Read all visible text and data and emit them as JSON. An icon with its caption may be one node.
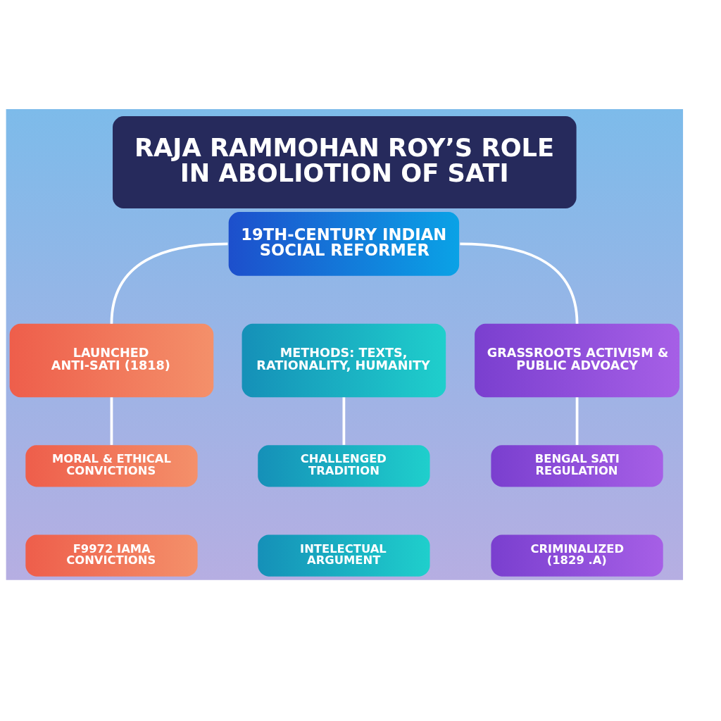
{
  "diagram": {
    "title": "RAJA RAMMOHAN ROY’S ROLE IN ABOLIOTION OF SATI",
    "nodes": [
      {
        "text": [
          "19TH-CENTURY INDIAN SOCIAL REFORMER"
        ]
      },
      {
        "text": [
          "LAUNCHED ANTI-SATI (1818)"
        ]
      },
      {
        "text": [
          "METHODS: TEXTS, RATIONALITY, HUMANITY"
        ]
      },
      {
        "text": [
          "GRASSROOTS ACTIVISM & PUBLIC ADVOACY"
        ]
      },
      {
        "text": [
          "MORAL & ETHICAL CONVICTIONS"
        ]
      },
      {
        "text": [
          "F9972 IAMA CONVICTIONS"
        ]
      },
      {
        "text": [
          "CHALLENGED TRADITION"
        ]
      },
      {
        "text": [
          "INTELECTUAL ARGUMENT"
        ]
      },
      {
        "text": [
          "BENGAL SATI REGULATION"
        ]
      },
      {
        "text": [
          "CRIMINALIZED (1829 .A)"
        ]
      }
    ],
    "edges": [
      {
        "from": 0,
        "to": 1,
        "arrow": "none"
      },
      {
        "from": 0,
        "to": 3,
        "arrow": "none"
      },
      {
        "from": 1,
        "to": 4,
        "arrow": "none"
      },
      {
        "from": 2,
        "to": 6,
        "arrow": "none"
      },
      {
        "from": 3,
        "to": 8,
        "arrow": "none"
      }
    ]
  }
}
